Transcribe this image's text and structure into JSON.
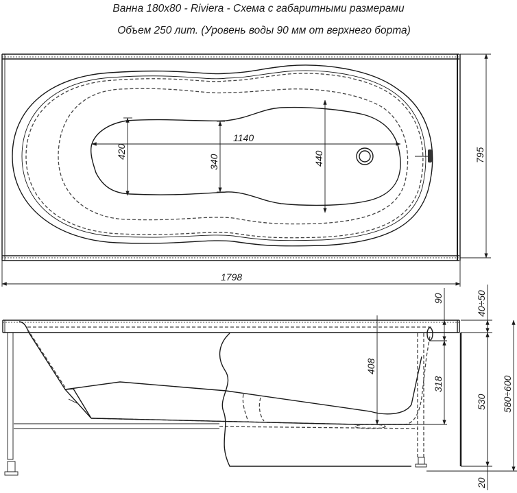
{
  "header": {
    "title": "Ванна 180x80 - Riviera - Схема с габаритными размерами",
    "subtitle": "Объем 250 лит. (Уровень воды 90 мм от верхнего борта)"
  },
  "top_view": {
    "dimensions": {
      "overall_length": "1798",
      "overall_width": "795",
      "inner_length": "1140",
      "head_width": "420",
      "waist_width": "340",
      "foot_width": "440"
    }
  },
  "side_view": {
    "dimensions": {
      "depth": "408",
      "overflow_height": "318",
      "water_level": "90",
      "rim_adjust": "40÷50",
      "body_height": "530",
      "total_height": "580÷600",
      "foot_clearance": "20"
    }
  },
  "colors": {
    "line": "#1a1a1a",
    "background": "#ffffff"
  }
}
